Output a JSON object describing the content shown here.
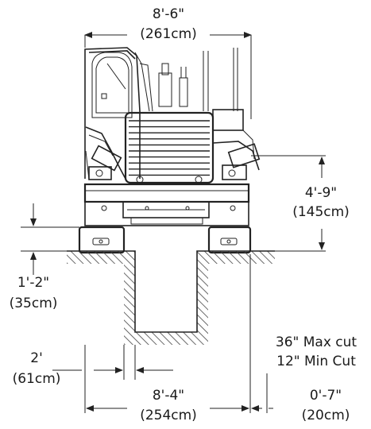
{
  "dimensions": {
    "overall_width": {
      "imperial": "8'-6\"",
      "metric": "(261cm)"
    },
    "height": {
      "imperial": "4'-9\"",
      "metric": "(145cm)"
    },
    "trench_depth": {
      "imperial": "1'-2\"",
      "metric": "(35cm)"
    },
    "trench_width": {
      "imperial": "2'",
      "metric": "(61cm)"
    },
    "track_width": {
      "imperial": "8'-4\"",
      "metric": "(254cm)"
    },
    "offset": {
      "imperial": "0'-7\"",
      "metric": "(20cm)"
    }
  },
  "cut": {
    "max": "36\" Max cut",
    "min": "12\" Min Cut"
  },
  "colors": {
    "line": "#222222",
    "hatch": "#444444",
    "background": "#ffffff"
  }
}
